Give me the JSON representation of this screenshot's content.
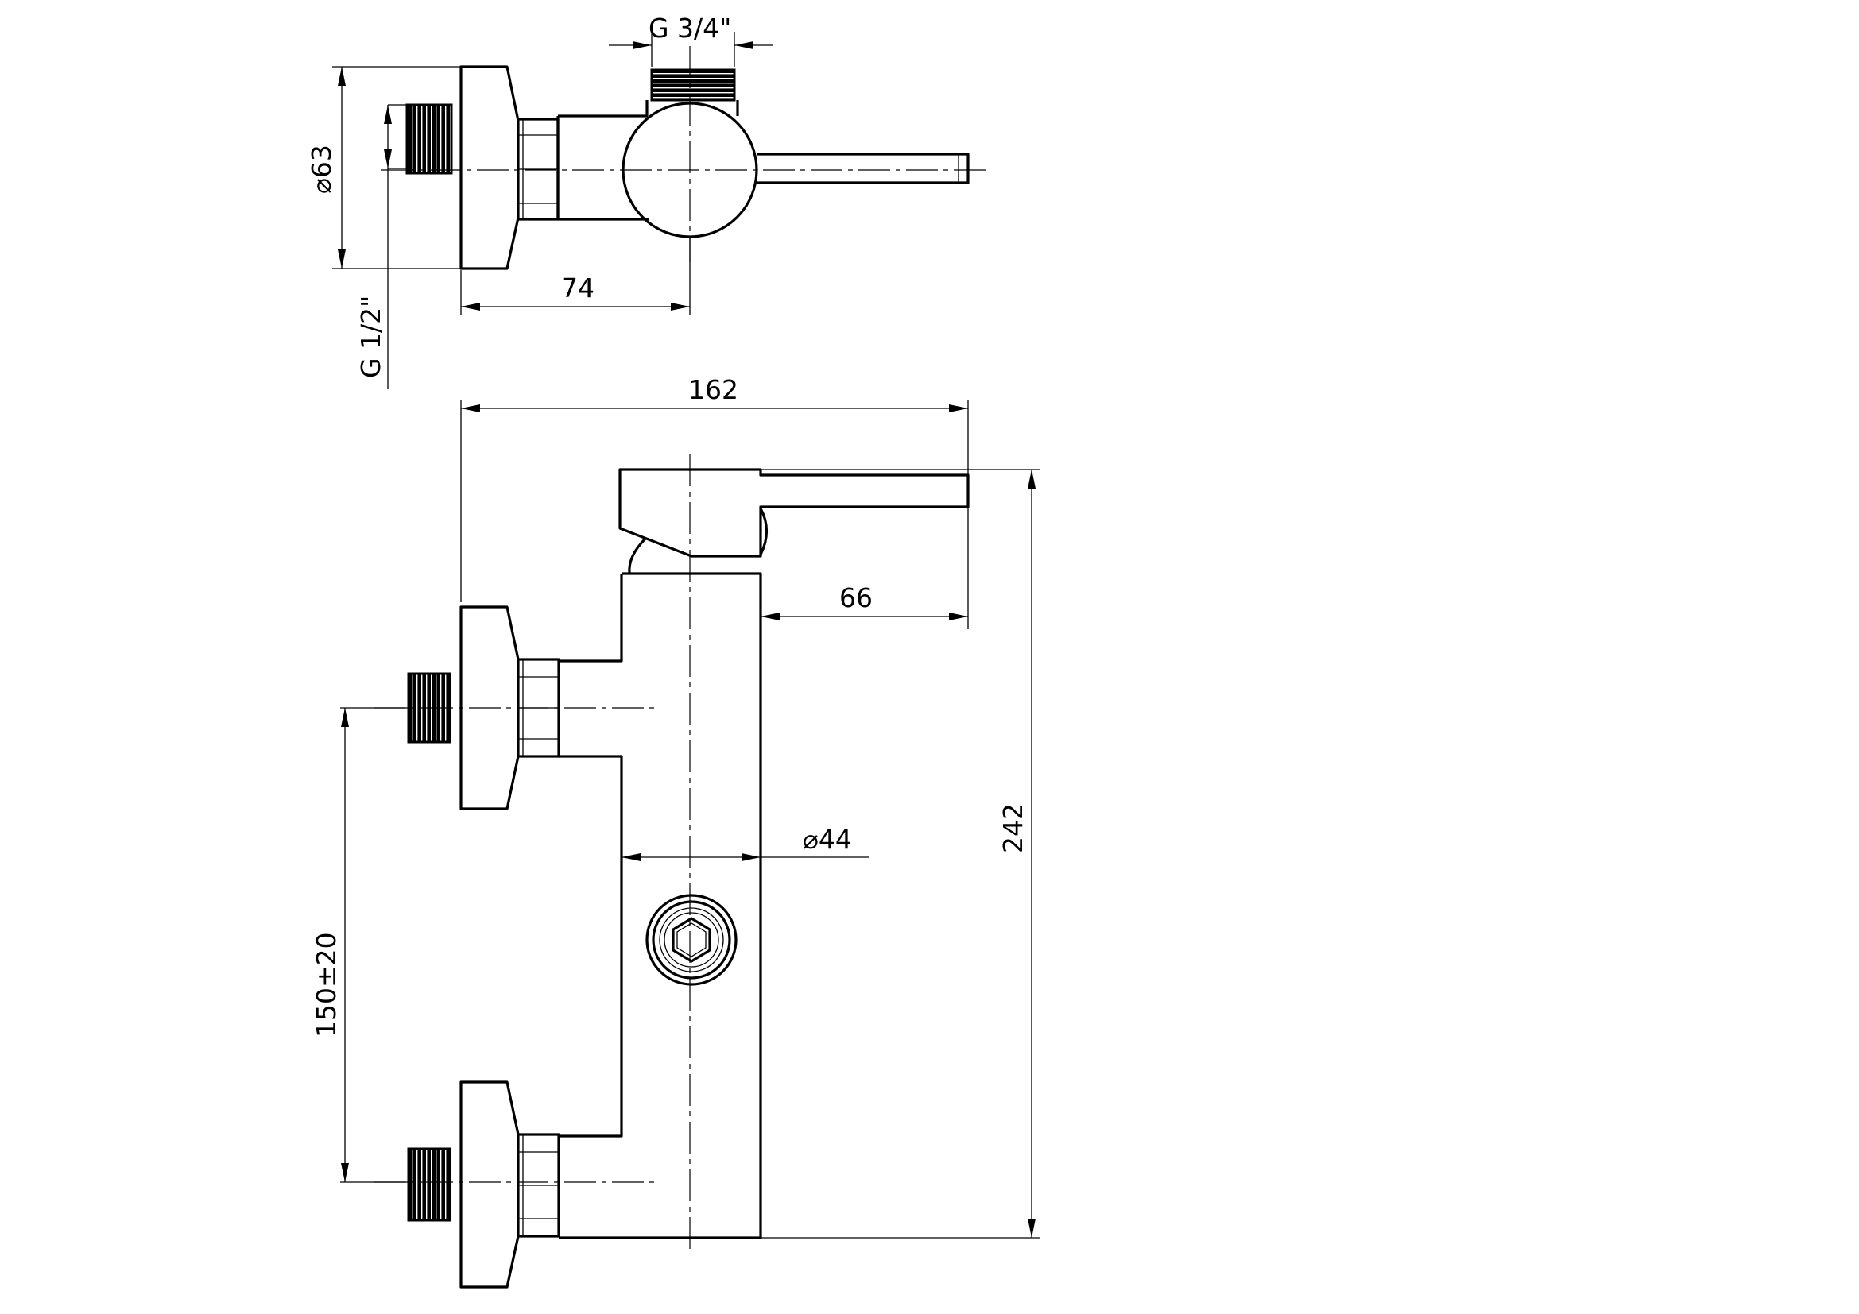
{
  "dimensions": {
    "top_view": {
      "inlet_thread": "G 3/4\"",
      "diameter": "63",
      "depth": "74",
      "supply_thread": "G 1/2\""
    },
    "front_view": {
      "overall_width": "162",
      "overall_height": "242",
      "lever_length": "66",
      "body_diameter": "44",
      "connection_spacing": "150±20"
    },
    "diameter_symbol": "⌀"
  }
}
